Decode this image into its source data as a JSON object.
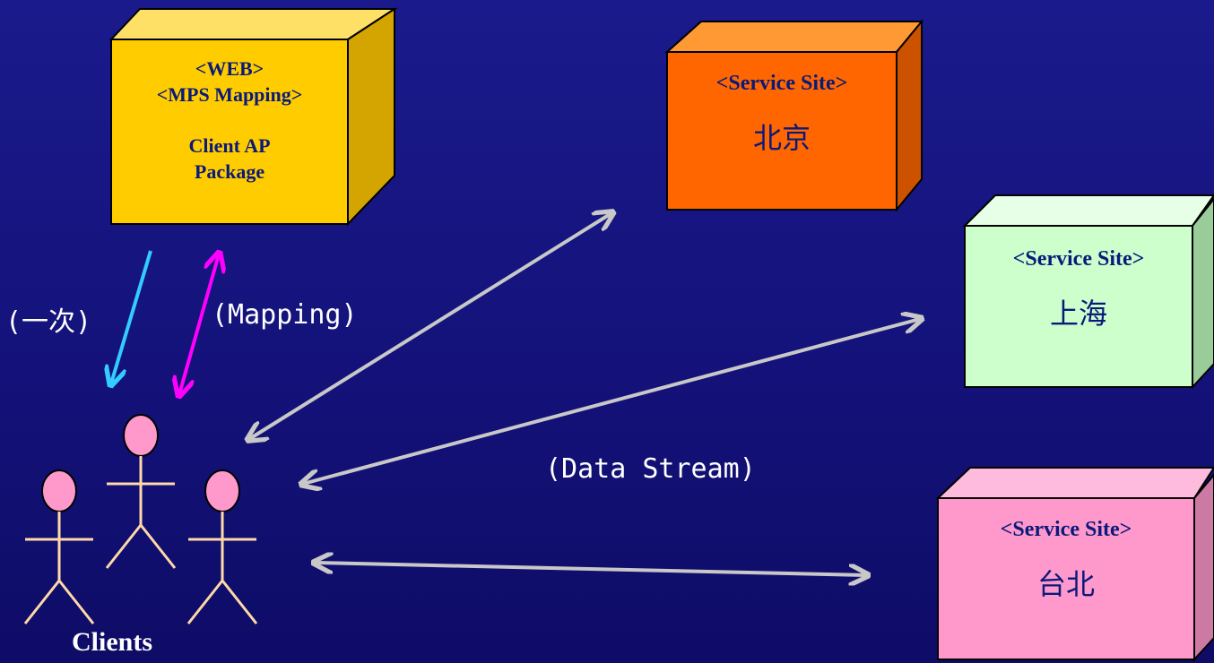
{
  "colors": {
    "background": "#17158a",
    "web_box_front": "#ffcc00",
    "beijing_box_front": "#ff6600",
    "shanghai_box_front": "#ccffcc",
    "taipei_box_front": "#ff99cc",
    "arrow_once": "#33ccff",
    "arrow_mapping": "#ff00ff",
    "arrow_data": "#c8c8c8",
    "stick_figure_line": "#ffd9a8",
    "stick_figure_head": "#ff99cc"
  },
  "web_node": {
    "line1": "<WEB>",
    "line2": "<MPS Mapping>",
    "line3": "Client AP",
    "line4": "Package"
  },
  "sites": {
    "beijing": {
      "tag": "<Service Site>",
      "city": "北京"
    },
    "shanghai": {
      "tag": "<Service Site>",
      "city": "上海"
    },
    "taipei": {
      "tag": "<Service Site>",
      "city": "台北"
    }
  },
  "edges": {
    "once_label": "(一次)",
    "mapping_label": "(Mapping)",
    "data_stream_label": "(Data Stream)"
  },
  "clients": {
    "label": "Clients"
  }
}
